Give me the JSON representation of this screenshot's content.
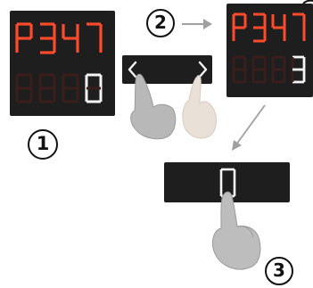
{
  "colors": {
    "panel": "#1e1e1e",
    "segment_red": "#ff4b2b",
    "segment_dim": "#3a1e1c",
    "segment_white": "#f5f5f5",
    "arrow_gray": "#a0a0a0",
    "hand_left": "#b8b8b8",
    "hand_right": "#e9e0d8"
  },
  "display_1": {
    "param_code": "P347",
    "value_text": "0"
  },
  "display_2": {
    "param_code": "P347",
    "value_text": "3"
  },
  "nav_buttons": {
    "left_symbol": "‹",
    "right_symbol": "›"
  },
  "reset_button": {
    "label": "0"
  },
  "steps": [
    {
      "number": "1"
    },
    {
      "number": "2"
    },
    {
      "number": "3"
    }
  ]
}
